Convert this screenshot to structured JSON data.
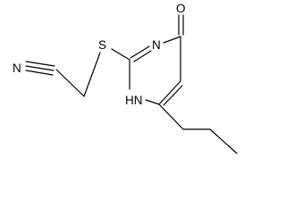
{
  "molecule": {
    "atoms": {
      "oxygen": "O",
      "ring_nitrogen_top": "N",
      "sulfur": "S",
      "nitrile_nitrogen": "N",
      "ring_nitrogen_h": "HN"
    }
  },
  "colors": {
    "bond": "#000000",
    "label": "#000000",
    "background": "#ffffff"
  }
}
